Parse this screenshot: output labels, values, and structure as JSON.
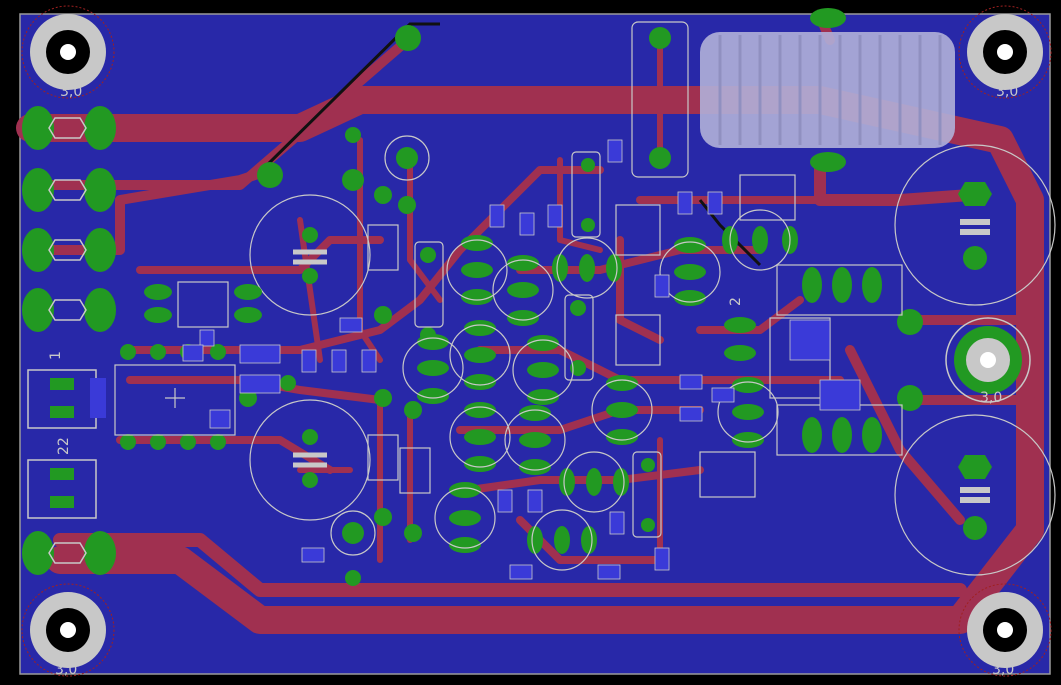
{
  "view": {
    "editor": "PCB board layout",
    "colors": {
      "background": "#000000",
      "copper_pour": "#2828a8",
      "top_traces": "#a03050",
      "pads": "#229922",
      "silkscreen": "#c8c8c8",
      "smd_pad": "#3a3ad8"
    }
  },
  "labels": {
    "mount_tl": "3,0",
    "mount_tr": "3,0",
    "mount_bl": "3,0",
    "mount_br": "3,0",
    "mount_center": "3,0",
    "connector_1": "1",
    "connector_22": "22",
    "ic_pin2": "2"
  }
}
